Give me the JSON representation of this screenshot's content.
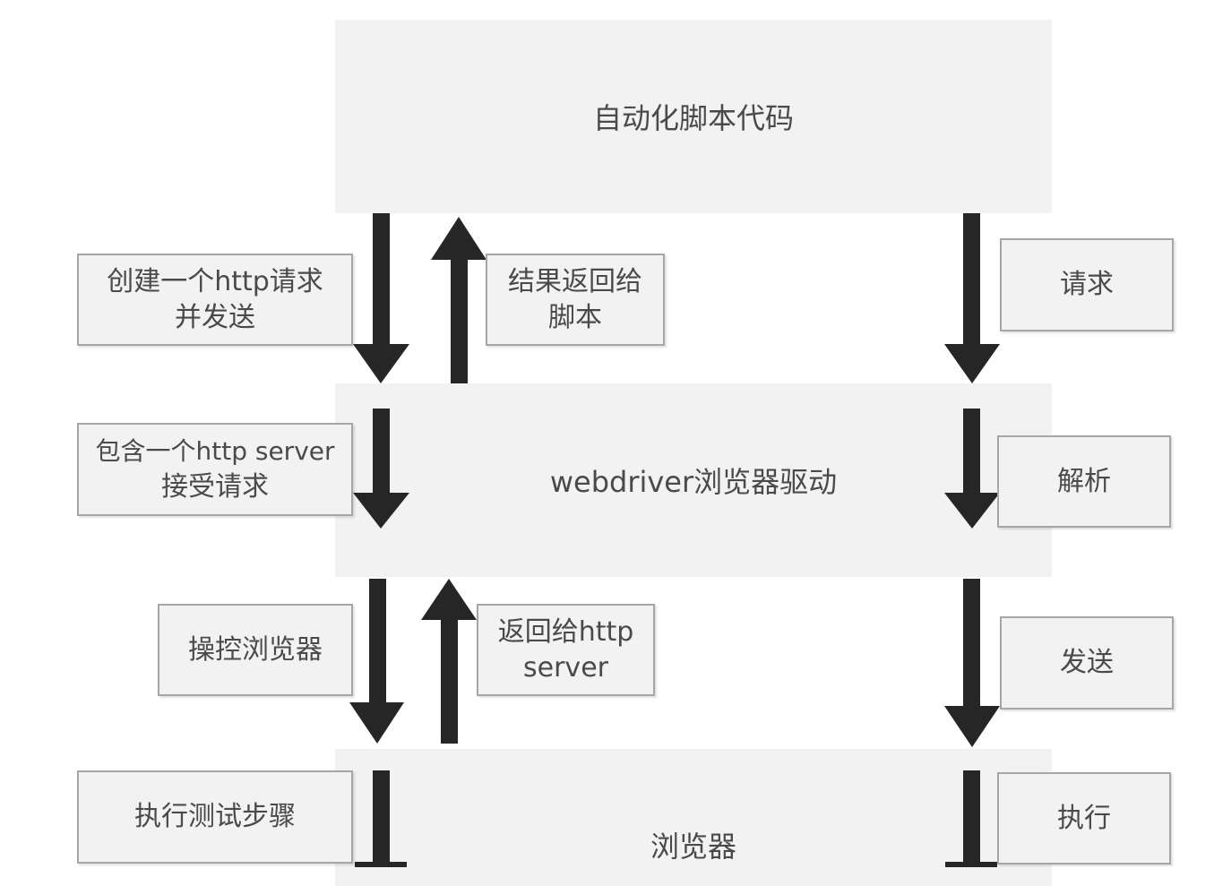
{
  "blocks": {
    "script": "自动化脚本代码",
    "driver": "webdriver浏览器驱动",
    "browser": "浏览器"
  },
  "labels": {
    "create_request": [
      "创建一个http请求",
      "并发送"
    ],
    "result_return": [
      "结果返回给",
      "脚本"
    ],
    "request": [
      "请求"
    ],
    "http_server": [
      "包含一个http server",
      "接受请求"
    ],
    "parse": [
      "解析"
    ],
    "control_browser": [
      "操控浏览器"
    ],
    "return_http": [
      "返回给http",
      "server"
    ],
    "send": [
      "发送"
    ],
    "execute_steps": [
      "执行测试步骤"
    ],
    "execute": [
      "执行"
    ]
  },
  "colors": {
    "block_fill": "#f2f2f2",
    "label_border": "#a6a6a6",
    "arrow": "#262626"
  }
}
